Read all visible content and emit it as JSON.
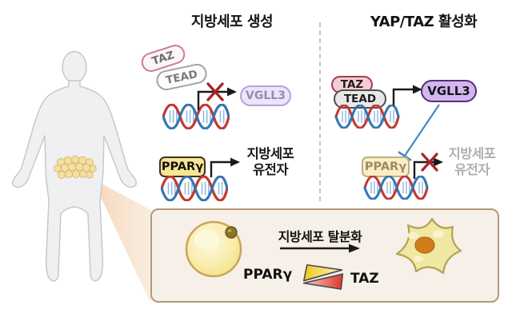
{
  "figure": {
    "left_panel": {
      "title": "지방세포 생성",
      "taz_label": "TAZ",
      "tead_label": "TEAD",
      "vgll3_label": "VGLL3",
      "pparg_label": "PPARγ",
      "gene_label_line1": "지방세포",
      "gene_label_line2": "유전자"
    },
    "right_panel": {
      "title": "YAP/TAZ 활성화",
      "taz_label": "TAZ",
      "tead_label": "TEAD",
      "vgll3_label": "VGLL3",
      "pparg_label": "PPARγ",
      "gene_label_line1": "지방세포",
      "gene_label_line2": "유전자"
    },
    "bottom_panel": {
      "process_label": "지방세포 탈분화",
      "pparg_label": "PPARγ",
      "taz_label": "TAZ"
    },
    "colors": {
      "taz_active_fill": "#f6ccd4",
      "taz_active_border": "#a43b50",
      "taz_inactive_border": "#c77f8d",
      "tead_fill": "#e8e8e8",
      "tead_border": "#4f4f4f",
      "vgll3_active_fill": "#d3b6ed",
      "vgll3_active_border": "#503076",
      "vgll3_inactive_fill": "#ece4f8",
      "pparg_fill": "#f9e593",
      "pparg_faded_fill": "#faeec6",
      "dna_red": "#c13a32",
      "dna_blue": "#2f6fae",
      "inhibition_blue": "#4586c6",
      "block_x_red": "#a82525",
      "bottom_panel_bg": "#f7f0e8",
      "bottom_panel_border": "#b39878",
      "beam_peach": "#f3d0ae",
      "gradient_yellow": "#f2ca1e",
      "gradient_red": "#e0382e"
    }
  }
}
